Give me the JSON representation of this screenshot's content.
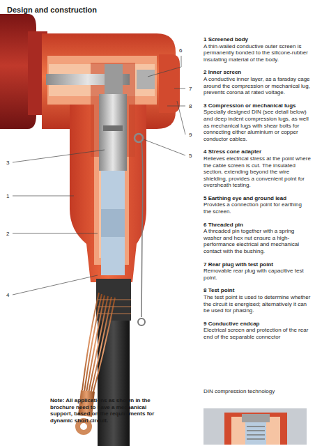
{
  "diagram": {
    "title": "Design and construction",
    "labels": [
      "6",
      "7",
      "8",
      "9",
      "5",
      "3",
      "1",
      "2",
      "4",
      "1 Screened body",
      "A thin-walled conductive outer screen is permanently bonded to the silicone-rubber insulating material of the body.",
      "2 Inner screen",
      "A conductive inner layer, as a faraday cage around the compression or mechanical lug, prevents corona at rated voltage.",
      "3 Compression or mechanical lugs",
      "Specially designed DIN (see detail below) and deep indent compression lugs, as well as mechanical lugs with shear bolts for connecting either aluminium or copper conductor cables.",
      "4 Stress cone adapter",
      "Relieves electrical stress at the point where the cable screen is cut. The insulated section, extending beyond the wire shielding, provides a convenient point for oversheath testing.",
      "5 Earthing eye and ground lead",
      "Provides a connection point for earthing the screen.",
      "6 Threaded pin",
      "A threaded pin together with a spring washer and hex nut ensure a high-performance electrical and mechanical contact with the bushing.",
      "7 Rear plug with test point",
      "Removable rear plug with capacitive test point.",
      "8 Test point",
      "The test point is used to determine whether the circuit is energised; alternatively it can be used for phasing.",
      "9 Conductive endcap",
      "Electrical screen and protection of the rear end of the separable connector",
      "DIN compression technology",
      "Note: All applications as shown in the brochure need to have a mechanical support, based on the requirements for dynamic short circuit."
    ]
  }
}
